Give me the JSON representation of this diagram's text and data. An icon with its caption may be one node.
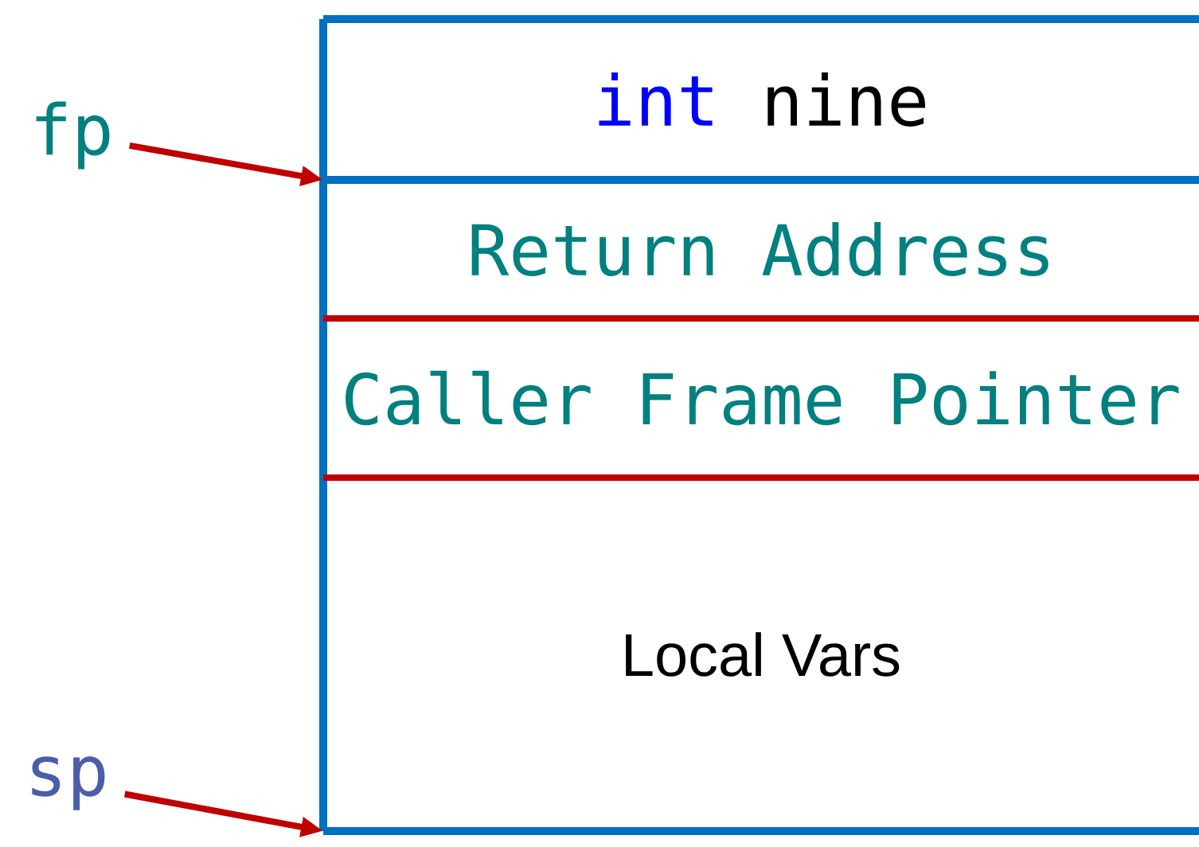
{
  "diagram": {
    "nodes": [
      {
        "text": [
          "fp"
        ]
      },
      {
        "text": [
          "int",
          "nine"
        ]
      },
      {
        "text": [
          "Return Address"
        ]
      },
      {
        "text": [
          "Caller Frame Pointer"
        ]
      },
      {
        "text": [
          "Local Vars"
        ]
      },
      {
        "text": [
          "sp"
        ]
      }
    ],
    "edges": [
      {
        "from": 0,
        "to": 2,
        "arrow": "to"
      },
      {
        "from": 5,
        "to": 4,
        "arrow": "to"
      }
    ]
  }
}
